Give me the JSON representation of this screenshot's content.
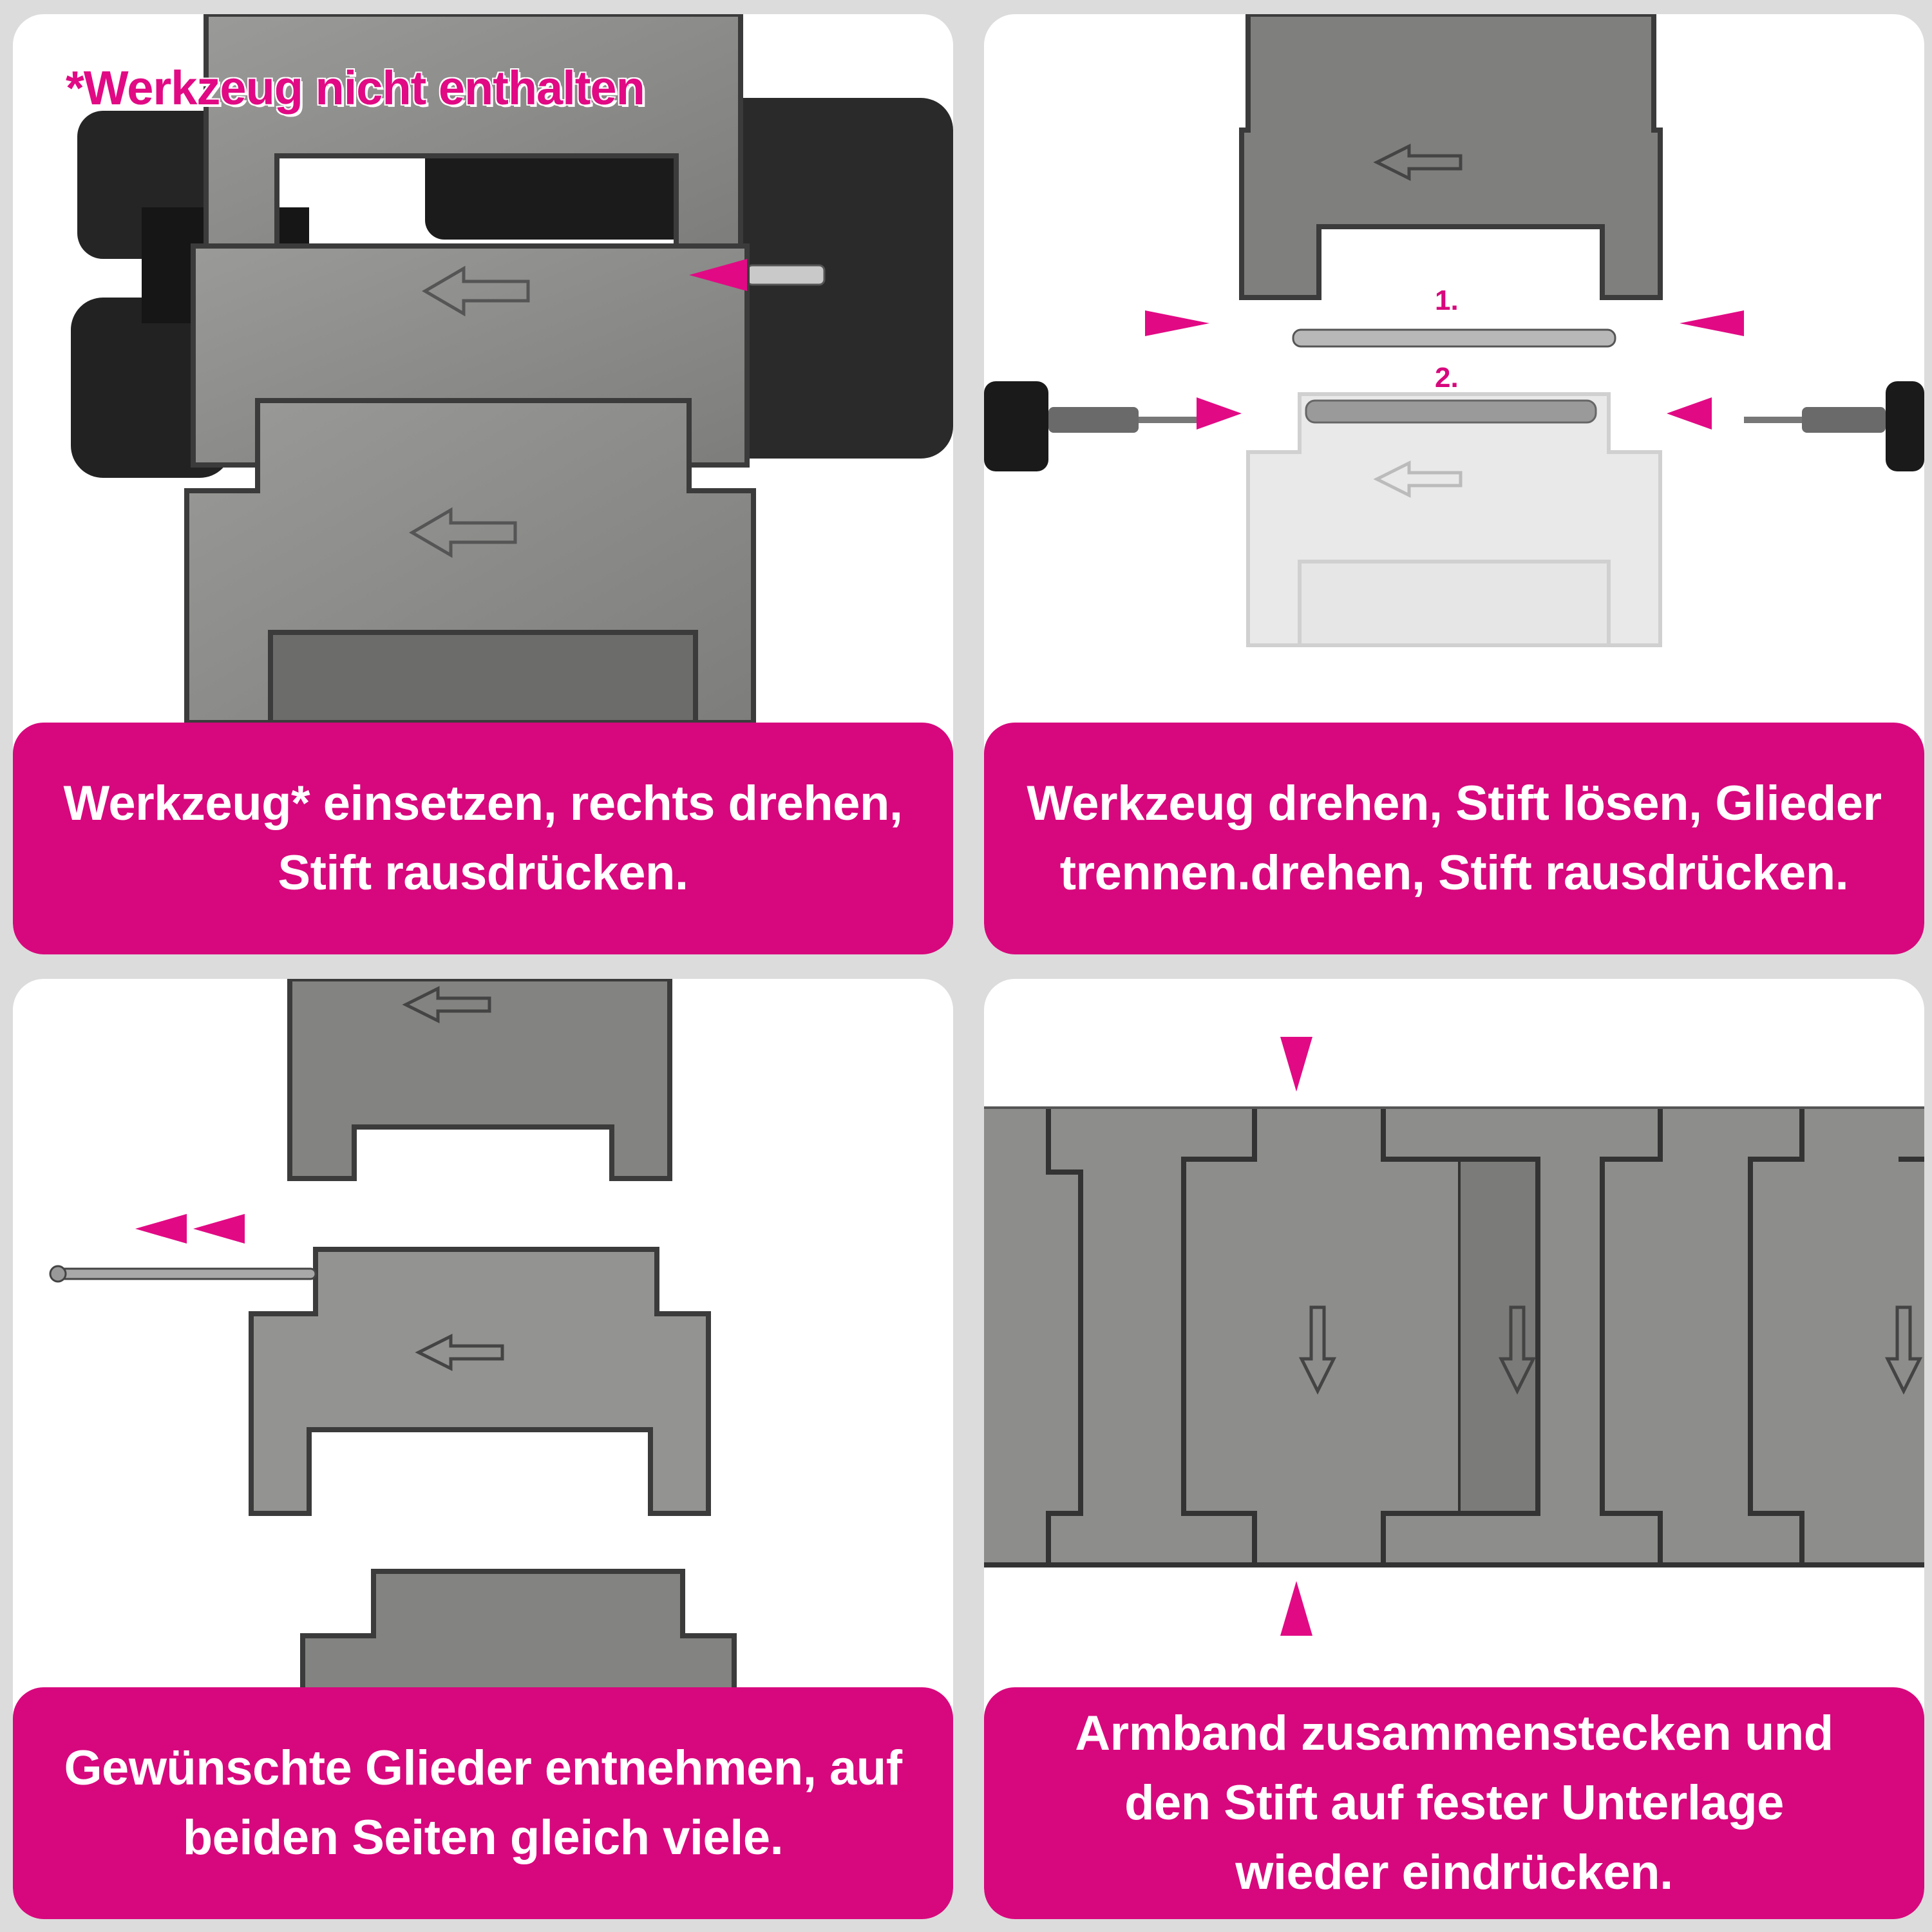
{
  "colors": {
    "accent": "#d7087d",
    "metal": "#8c8c8a",
    "background": "#dcdcdc"
  },
  "panels": [
    {
      "note": "*Werkzeug nicht enthalten",
      "caption": "Werkzeug* einsetzen, rechts drehen,\nStift rausdrücken."
    },
    {
      "step_1": "1.",
      "step_2": "2.",
      "caption": "Werkzeug drehen, Stift lösen, Glieder\ntrennen.drehen, Stift rausdrücken."
    },
    {
      "caption": "Gewünschte Glieder entnehmen, auf\nbeiden Seiten gleich viele."
    },
    {
      "caption": "Armband zusammenstecken und\nden Stift auf fester Unterlage\nwieder eindrücken."
    }
  ]
}
